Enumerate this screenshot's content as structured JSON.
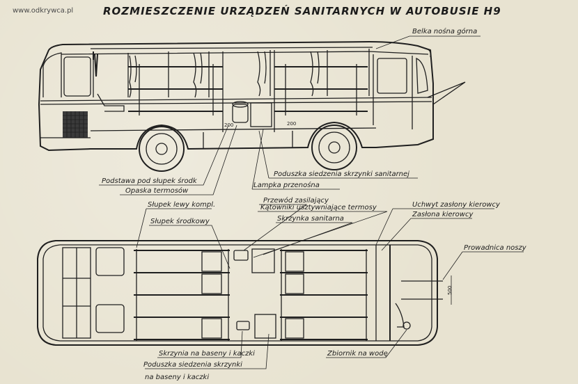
{
  "watermark": "www.odkrywca.pl",
  "title": "ROZMIESZCZENIE URZĄDZEŃ SANITARNYCH W AUTOBUSIE H9",
  "dims": {
    "bus_mark_1": "200",
    "bus_mark_2": "200",
    "plan_dim": "500"
  },
  "labels_side": {
    "belka": "Belka nośna górna",
    "podstawa": "Podstawa pod słupek środk",
    "opaska": "Opaska termosów",
    "poduszka": "Poduszka siedzenia skrzynki sanitarnej",
    "lampka": "Lampka przenośna"
  },
  "labels_plan": {
    "slupek_lewy": "Słupek lewy kompl.",
    "slupek_srodkowy": "Słupek środkowy",
    "przewod": "Przewód zasilający",
    "katowniki": "Kątowniki usztywniające termosy",
    "skrzynka": "Skrzynka sanitarna",
    "uchwyt": "Uchwyt zasłony kierowcy",
    "zaslona": "Zasłona kierowcy",
    "prowadnica": "Prowadnica noszy",
    "skrzynia": "Skrzynia na baseny i kaczki",
    "poduszka_1": "Poduszka siedzenia skrzynki",
    "poduszka_2": "na baseny i kaczki",
    "zbiornik": "Zbiornik na wodę"
  }
}
